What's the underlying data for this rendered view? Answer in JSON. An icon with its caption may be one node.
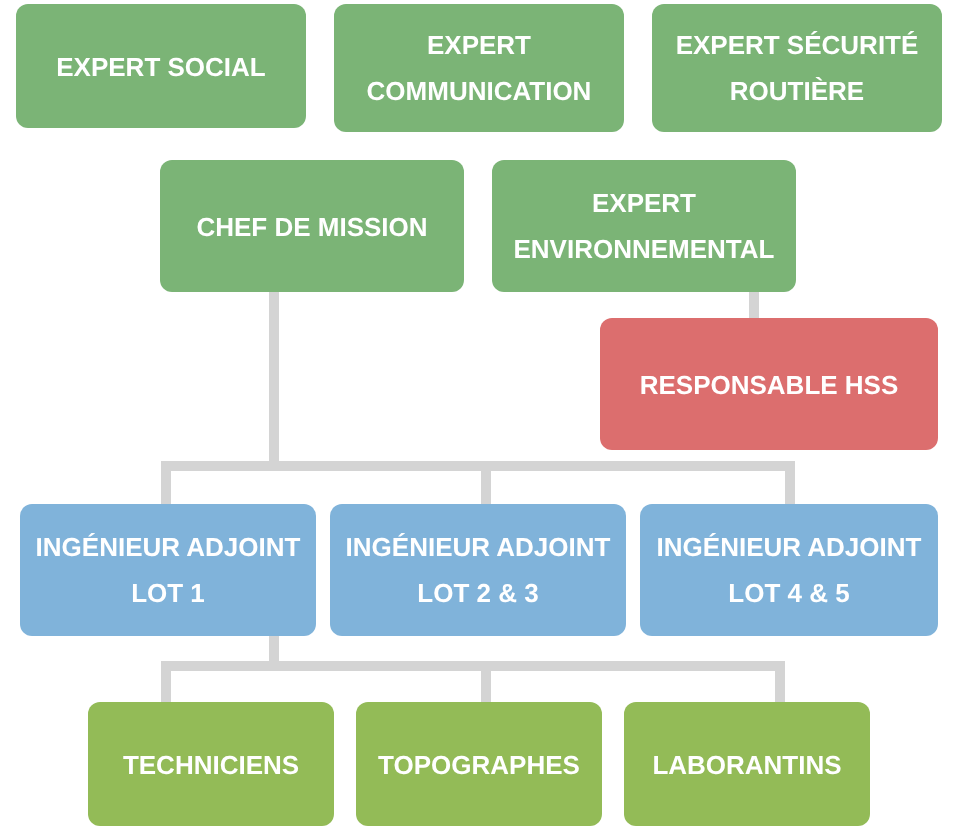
{
  "diagram": {
    "nodes": [
      {
        "text": [
          "EXPERT SOCIAL"
        ]
      },
      {
        "text": [
          "EXPERT COMMUNICATION"
        ]
      },
      {
        "text": [
          "EXPERT SÉCURITÉ ROUTIÈRE"
        ]
      },
      {
        "text": [
          "CHEF DE MISSION"
        ]
      },
      {
        "text": [
          "EXPERT ENVIRONNEMENTAL"
        ]
      },
      {
        "text": [
          "RESPONSABLE HSS"
        ]
      },
      {
        "text": [
          "INGÉNIEUR ADJOINT LOT 1"
        ]
      },
      {
        "text": [
          "INGÉNIEUR ADJOINT LOT 2 & 3"
        ]
      },
      {
        "text": [
          "INGÉNIEUR ADJOINT LOT 4 & 5"
        ]
      },
      {
        "text": [
          "TECHNICIENS"
        ]
      },
      {
        "text": [
          "TOPOGRAPHES"
        ]
      },
      {
        "text": [
          "LABORANTINS"
        ]
      }
    ],
    "edges": [
      {
        "from": 3,
        "to": 6,
        "arrow": "none"
      },
      {
        "from": 3,
        "to": 7,
        "arrow": "none"
      },
      {
        "from": 3,
        "to": 8,
        "arrow": "none"
      },
      {
        "from": 4,
        "to": 5,
        "arrow": "none"
      },
      {
        "from": 6,
        "to": 9,
        "arrow": "none"
      },
      {
        "from": 6,
        "to": 10,
        "arrow": "none"
      },
      {
        "from": 6,
        "to": 11,
        "arrow": "none"
      }
    ]
  }
}
